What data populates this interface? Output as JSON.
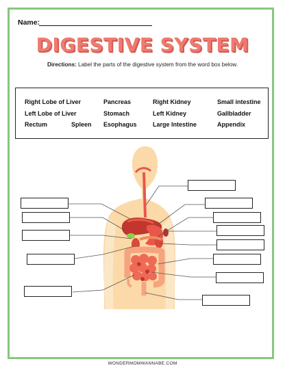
{
  "header": {
    "name_label": "Name:",
    "title": "DIGESTIVE SYSTEM",
    "directions_label": "Directions:",
    "directions_text": "Label the parts of the digestive system from the word box below."
  },
  "word_box": {
    "words": [
      "Right Lobe of Liver",
      "Pancreas",
      "Right Kidney",
      "Small intestine",
      "Left Lobe of Liver",
      "Stomach",
      "Left Kidney",
      "Gallbladder",
      "Rectum",
      "Spleen",
      "Esophagus",
      "Large Intestine",
      "Appendix"
    ]
  },
  "footer": {
    "credit": "WONDERMOMWANNABE.COM"
  },
  "colors": {
    "border": "#86c77f",
    "title": "#ef7a6f",
    "body_silhouette": "#fcd9a8",
    "organ_red": "#e8574a",
    "organ_dark": "#c2362d",
    "gallbladder": "#8fcf4a"
  }
}
